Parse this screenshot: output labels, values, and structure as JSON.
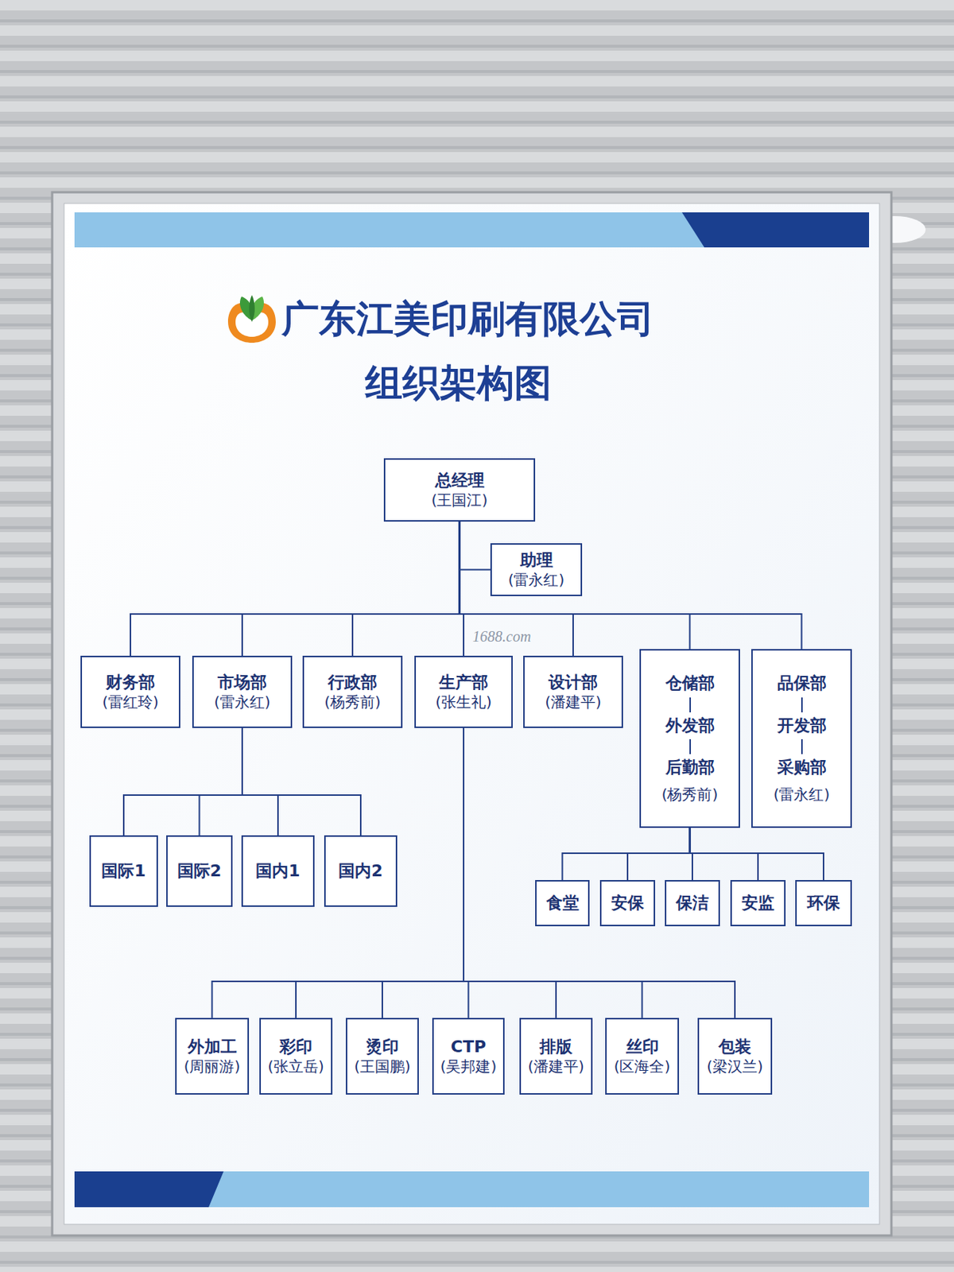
{
  "diagram": {
    "title": "广东江美印刷有限公司",
    "nodes": [
      {
        "text": [
          "总经理",
          "(王国江)"
        ]
      },
      {
        "text": [
          "助理",
          "(雷永红)"
        ]
      },
      {
        "text": [
          "财务部",
          "(雷红玲)"
        ]
      },
      {
        "text": [
          "市场部",
          "(雷永红)"
        ]
      },
      {
        "text": [
          "行政部",
          "(杨秀前)"
        ]
      },
      {
        "text": [
          "生产部",
          "(张生礼)"
        ]
      },
      {
        "text": [
          "设计部",
          "(潘建平)"
        ]
      },
      {
        "text": [
          "仓储部",
          "外发部",
          "后勤部",
          "(杨秀前)"
        ]
      },
      {
        "text": [
          "品保部",
          "开发部",
          "采购部",
          "(雷永红)"
        ]
      },
      {
        "text": [
          "国际1"
        ]
      },
      {
        "text": [
          "国际2"
        ]
      },
      {
        "text": [
          "国内1"
        ]
      },
      {
        "text": [
          "国内2"
        ]
      },
      {
        "text": [
          "食堂"
        ]
      },
      {
        "text": [
          "安保"
        ]
      },
      {
        "text": [
          "保洁"
        ]
      },
      {
        "text": [
          "安监"
        ]
      },
      {
        "text": [
          "环保"
        ]
      },
      {
        "text": [
          "外加工",
          "(周丽游)"
        ]
      },
      {
        "text": [
          "彩印",
          "(张立岳)"
        ]
      },
      {
        "text": [
          "烫印",
          "(王国鹏)"
        ]
      },
      {
        "text": [
          "CTP",
          "(吴邦建)"
        ]
      },
      {
        "text": [
          "排版",
          "(潘建平)"
        ]
      },
      {
        "text": [
          "丝印",
          "(区海全)"
        ]
      },
      {
        "text": [
          "包装",
          "(梁汉兰)"
        ]
      }
    ],
    "edges": [
      {
        "from": 0,
        "to": 1,
        "arrow": "none"
      },
      {
        "from": 0,
        "to": 2,
        "arrow": "none"
      },
      {
        "from": 0,
        "to": 3,
        "arrow": "none"
      },
      {
        "from": 0,
        "to": 4,
        "arrow": "none"
      },
      {
        "from": 0,
        "to": 5,
        "arrow": "none"
      },
      {
        "from": 0,
        "to": 6,
        "arrow": "none"
      },
      {
        "from": 0,
        "to": 7,
        "arrow": "none"
      },
      {
        "from": 0,
        "to": 8,
        "arrow": "none"
      },
      {
        "from": 3,
        "to": 9,
        "arrow": "none"
      },
      {
        "from": 3,
        "to": 10,
        "arrow": "none"
      },
      {
        "from": 3,
        "to": 11,
        "arrow": "none"
      },
      {
        "from": 3,
        "to": 12,
        "arrow": "none"
      },
      {
        "from": 7,
        "to": 13,
        "arrow": "none"
      },
      {
        "from": 7,
        "to": 14,
        "arrow": "none"
      },
      {
        "from": 7,
        "to": 15,
        "arrow": "none"
      },
      {
        "from": 7,
        "to": 16,
        "arrow": "none"
      },
      {
        "from": 7,
        "to": 17,
        "arrow": "none"
      },
      {
        "from": 5,
        "to": 18,
        "arrow": "none"
      },
      {
        "from": 5,
        "to": 19,
        "arrow": "none"
      },
      {
        "from": 5,
        "to": 20,
        "arrow": "none"
      },
      {
        "from": 5,
        "to": 21,
        "arrow": "none"
      },
      {
        "from": 5,
        "to": 22,
        "arrow": "none"
      },
      {
        "from": 5,
        "to": 23,
        "arrow": "none"
      },
      {
        "from": 5,
        "to": 24,
        "arrow": "none"
      }
    ],
    "labels": [
      "组织架构图",
      "1688.com"
    ]
  }
}
